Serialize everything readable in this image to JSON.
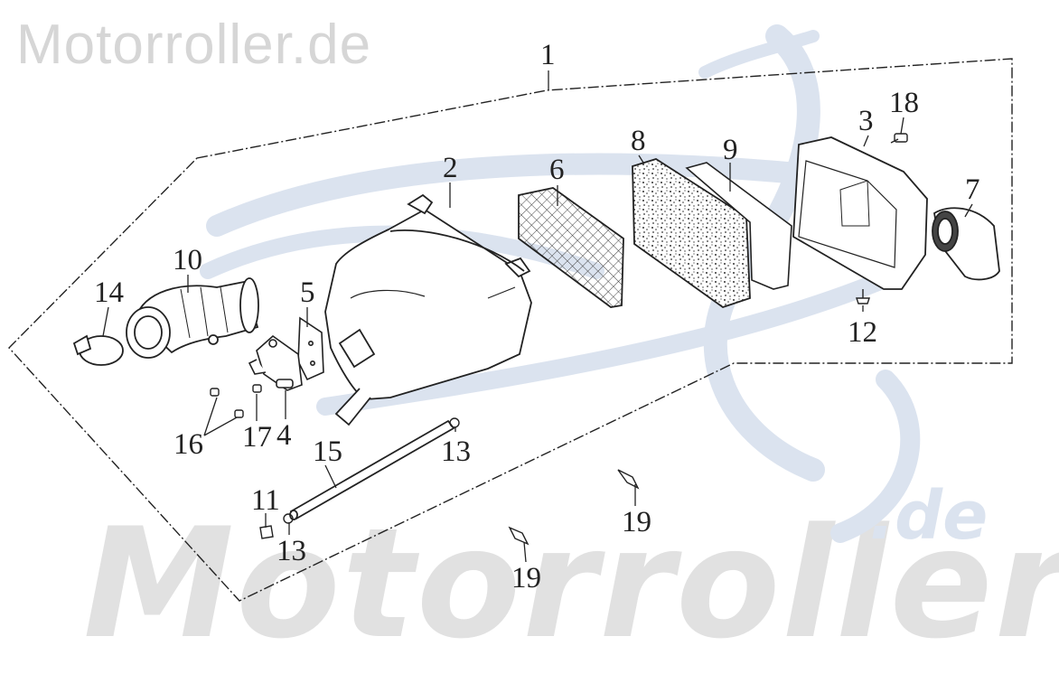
{
  "watermark": {
    "top_text": "Motorroller.de",
    "big_text": "Motorroller",
    "suffix_text": ".de"
  },
  "callouts": {
    "c1": "1",
    "c2": "2",
    "c3": "3",
    "c4": "4",
    "c5": "5",
    "c6": "6",
    "c7": "7",
    "c8": "8",
    "c9": "9",
    "c10": "10",
    "c11": "11",
    "c12": "12",
    "c13a": "13",
    "c13b": "13",
    "c14": "14",
    "c15": "15",
    "c16": "16",
    "c17": "17",
    "c18": "18",
    "c19a": "19",
    "c19b": "19"
  },
  "colors": {
    "line": "#1e1e1e",
    "watermark_gray": "#d6d6d6",
    "watermark_blue": "#dbe3ef"
  }
}
